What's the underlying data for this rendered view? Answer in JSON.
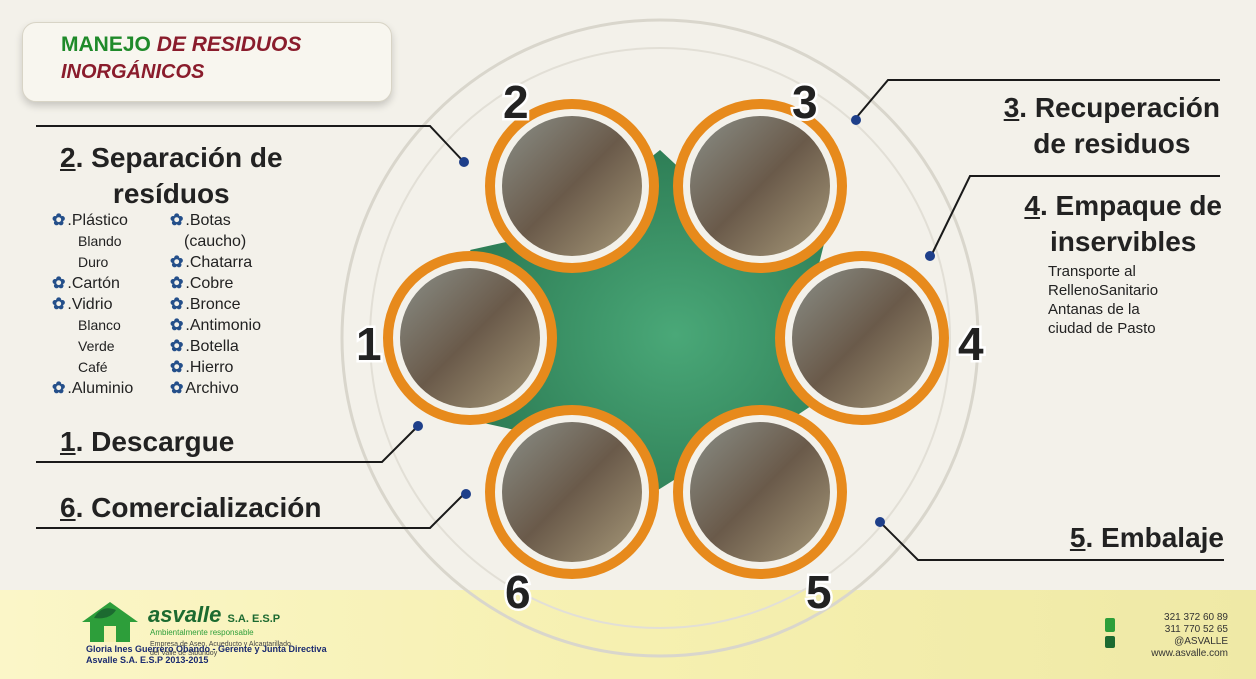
{
  "title": {
    "line1_green": "MANEJO",
    "line1_rest": " DE RESIDUOS",
    "line2": "INORGÁNICOS"
  },
  "steps": {
    "s1": {
      "num": "1",
      "text": ". Descargue"
    },
    "s2": {
      "num": "2",
      "text": ". Separación de",
      "line2": "resíduos"
    },
    "s3": {
      "num": "3",
      "text": ". Recuperación",
      "line2": "de residuos"
    },
    "s4": {
      "num": "4",
      "text": ". Empaque de",
      "line2": "inservibles"
    },
    "s5": {
      "num": "5",
      "text": ". Embalaje"
    },
    "s6": {
      "num": "6",
      "text": ". Comercialización"
    }
  },
  "transport": [
    "Transporte al",
    "RellenoSanitario",
    "Antanas de la",
    "ciudad de Pasto"
  ],
  "materials_left": [
    {
      "t": ".Plástico",
      "b": true
    },
    {
      "t": "Blando",
      "b": false
    },
    {
      "t": "Duro",
      "b": false
    },
    {
      "t": ".Cartón",
      "b": true
    },
    {
      "t": ".Vidrio",
      "b": true
    },
    {
      "t": "Blanco",
      "b": false
    },
    {
      "t": "Verde",
      "b": false
    },
    {
      "t": "Café",
      "b": false
    },
    {
      "t": ".Aluminio",
      "b": true
    }
  ],
  "materials_right": [
    {
      "t": ".Botas",
      "b": true
    },
    {
      "t": "(caucho)",
      "b": false
    },
    {
      "t": ".Chatarra",
      "b": true
    },
    {
      "t": ".Cobre",
      "b": true
    },
    {
      "t": ".Bronce",
      "b": true
    },
    {
      "t": ".Antimonio",
      "b": true
    },
    {
      "t": ".Botella",
      "b": true
    },
    {
      "t": ".Hierro",
      "b": true
    },
    {
      "t": "Archivo",
      "b": true
    }
  ],
  "circle_numbers": [
    "1",
    "2",
    "3",
    "4",
    "5",
    "6"
  ],
  "logo": {
    "name": "asvalle",
    "suffix": "S.A. E.S.P",
    "tagline": "Ambientalmente responsable",
    "sub": "Empresa de Aseo, Acueducto y Alcantarillado del Valle de Sibundoy"
  },
  "credit": "Gloria Ines Guerrero Obando - Gerente y Junta Directiva Asvalle S.A. E.S.P 2013-2015",
  "contact": [
    "321 372 60 89",
    "311 770 52 65",
    "@ASVALLE",
    "www.asvalle.com"
  ],
  "colors": {
    "green": "#1f8a2a",
    "maroon": "#8a1c2c",
    "ring": "#e78a1c",
    "center": "#3f9a6a",
    "dot": "#1e3f8a"
  }
}
